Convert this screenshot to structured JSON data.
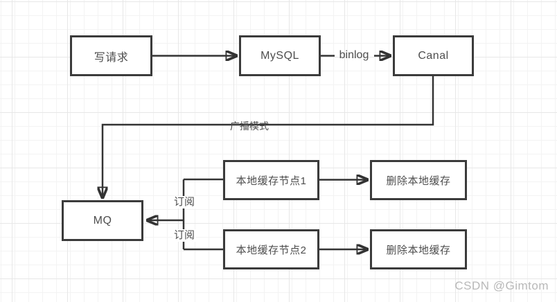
{
  "diagram": {
    "nodes": [
      {
        "id": "write-request",
        "label": "写请求"
      },
      {
        "id": "mysql",
        "label": "MySQL"
      },
      {
        "id": "canal",
        "label": "Canal"
      },
      {
        "id": "mq",
        "label": "MQ"
      },
      {
        "id": "local-cache-node-1",
        "label": "本地缓存节点1"
      },
      {
        "id": "delete-local-cache-1",
        "label": "删除本地缓存"
      },
      {
        "id": "local-cache-node-2",
        "label": "本地缓存节点2"
      },
      {
        "id": "delete-local-cache-2",
        "label": "删除本地缓存"
      }
    ],
    "edge_labels": {
      "binlog": "binlog",
      "broadcast_mode": "广播模式",
      "subscribe_top": "订阅",
      "subscribe_bottom": "订阅"
    },
    "edges": [
      {
        "from": "写请求",
        "to": "MySQL",
        "label": ""
      },
      {
        "from": "MySQL",
        "to": "Canal",
        "label": "binlog"
      },
      {
        "from": "Canal",
        "to": "MQ",
        "label": "广播模式"
      },
      {
        "from": "本地缓存节点1",
        "to": "MQ",
        "label": "订阅"
      },
      {
        "from": "本地缓存节点2",
        "to": "MQ",
        "label": "订阅"
      },
      {
        "from": "本地缓存节点1",
        "to": "删除本地缓存",
        "label": ""
      },
      {
        "from": "本地缓存节点2",
        "to": "删除本地缓存",
        "label": ""
      }
    ],
    "colors": {
      "box_border": "#3b3b3b",
      "line": "#333333",
      "text": "#4d4d4d",
      "grid_minor": "#f3f3f3",
      "grid_major": "#e7e7e7",
      "background": "#ffffff",
      "watermark": "#b8b8b8"
    }
  },
  "watermark": {
    "text": "CSDN @Gimtom"
  }
}
